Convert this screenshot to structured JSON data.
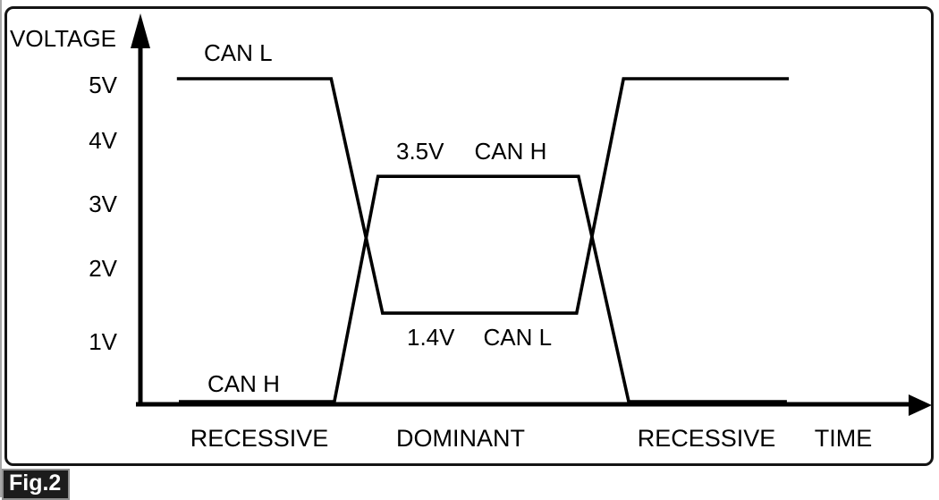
{
  "figure": {
    "caption": "Fig.2",
    "axes": {
      "y_label": "VOLTAGE",
      "x_label": "TIME"
    },
    "annotations": {
      "recessive_top_signal": "CAN L",
      "recessive_bottom_signal": "CAN H",
      "dominant_high_voltage": "3.5V",
      "dominant_high_signal": "CAN H",
      "dominant_low_voltage": "1.4V",
      "dominant_low_signal": "CAN L"
    },
    "colors": {
      "line": "#000000",
      "background": "#ffffff",
      "caption_bg": "#1c1c1c",
      "caption_border": "#8f8f8f",
      "caption_text": "#ffffff"
    }
  },
  "chart_data": {
    "type": "line",
    "title": "",
    "xlabel": "TIME",
    "ylabel": "VOLTAGE",
    "ylim": [
      0,
      5.6
    ],
    "yticks": [
      5,
      4,
      3,
      2,
      1
    ],
    "ytick_labels": [
      "5V",
      "4V",
      "3V",
      "2V",
      "1V"
    ],
    "x_regions": [
      {
        "label": "RECESSIVE",
        "t_center": 1.8
      },
      {
        "label": "DOMINANT",
        "t_center": 4.9
      },
      {
        "label": "RECESSIVE",
        "t_center": 8.7
      }
    ],
    "series": [
      {
        "name": "CAN L",
        "recessive_volts": 5.0,
        "dominant_volts": 1.4,
        "points": [
          [
            0.56,
            5
          ],
          [
            2.93,
            5
          ],
          [
            3.72,
            1.4
          ],
          [
            6.7,
            1.4
          ],
          [
            7.42,
            5
          ],
          [
            9.96,
            5
          ]
        ]
      },
      {
        "name": "CAN H",
        "recessive_volts": 0.0,
        "dominant_volts": 3.5,
        "points": [
          [
            0.59,
            0
          ],
          [
            2.98,
            0
          ],
          [
            3.65,
            3.5
          ],
          [
            6.73,
            3.5
          ],
          [
            7.5,
            0
          ],
          [
            9.93,
            0
          ]
        ]
      }
    ]
  }
}
